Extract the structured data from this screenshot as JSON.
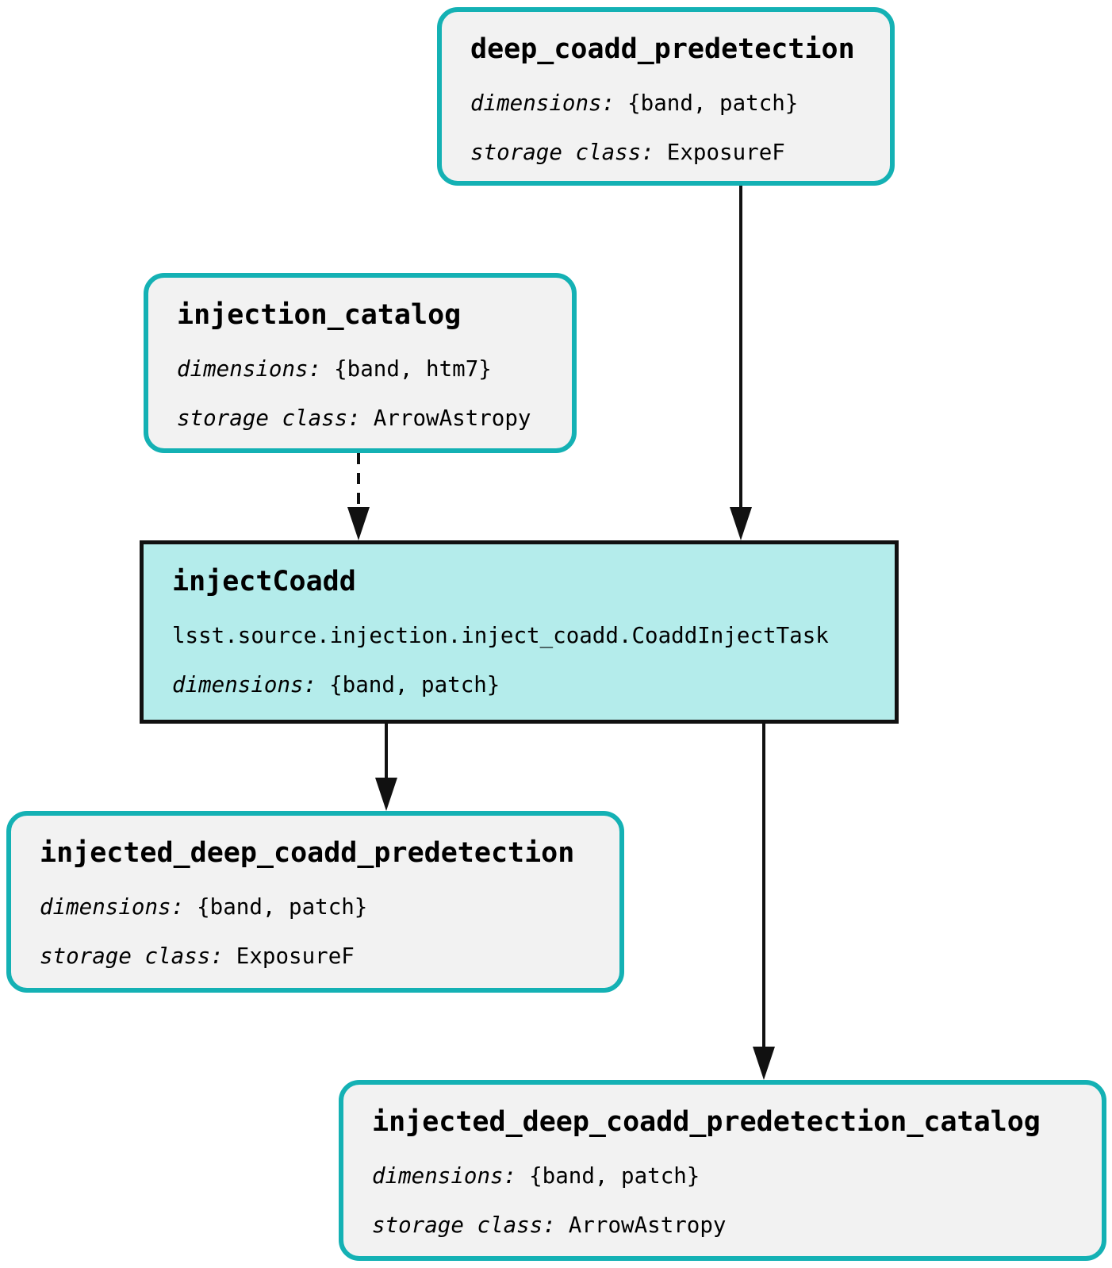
{
  "diagram": {
    "type": "pipeline-task-graph",
    "colors": {
      "dataset_border": "#14b1b4",
      "dataset_fill": "#f2f2f2",
      "task_border": "#111111",
      "task_fill": "#b4eceb",
      "arrow": "#111111",
      "background": "#ffffff"
    },
    "nodes": {
      "deep_coadd_predetection": {
        "kind": "dataset",
        "title": "deep_coadd_predetection",
        "dimensions_label": "dimensions:",
        "dimensions_value": "{band, patch}",
        "storage_label": "storage class:",
        "storage_value": "ExposureF"
      },
      "injection_catalog": {
        "kind": "dataset",
        "title": "injection_catalog",
        "dimensions_label": "dimensions:",
        "dimensions_value": "{band, htm7}",
        "storage_label": "storage class:",
        "storage_value": "ArrowAstropy"
      },
      "injectCoadd": {
        "kind": "task",
        "title": "injectCoadd",
        "task_class": "lsst.source.injection.inject_coadd.CoaddInjectTask",
        "dimensions_label": "dimensions:",
        "dimensions_value": "{band, patch}"
      },
      "injected_deep_coadd_predetection": {
        "kind": "dataset",
        "title": "injected_deep_coadd_predetection",
        "dimensions_label": "dimensions:",
        "dimensions_value": "{band, patch}",
        "storage_label": "storage class:",
        "storage_value": "ExposureF"
      },
      "injected_deep_coadd_predetection_catalog": {
        "kind": "dataset",
        "title": "injected_deep_coadd_predetection_catalog",
        "dimensions_label": "dimensions:",
        "dimensions_value": "{band, patch}",
        "storage_label": "storage class:",
        "storage_value": "ArrowAstropy"
      }
    },
    "edges": [
      {
        "from": "deep_coadd_predetection",
        "to": "injectCoadd",
        "style": "solid"
      },
      {
        "from": "injection_catalog",
        "to": "injectCoadd",
        "style": "dashed"
      },
      {
        "from": "injectCoadd",
        "to": "injected_deep_coadd_predetection",
        "style": "solid"
      },
      {
        "from": "injectCoadd",
        "to": "injected_deep_coadd_predetection_catalog",
        "style": "solid"
      }
    ]
  }
}
